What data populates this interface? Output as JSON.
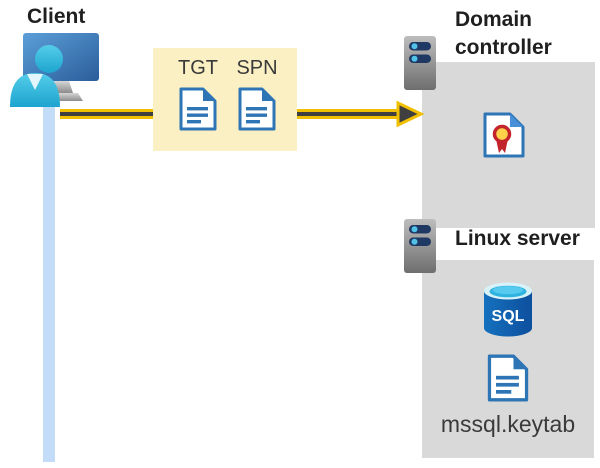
{
  "client": {
    "label": "Client"
  },
  "ticket_box": {
    "tgt_label": "TGT",
    "spn_label": "SPN"
  },
  "domain_controller": {
    "title": "Domain controller"
  },
  "linux_server": {
    "title": "Linux server",
    "sql_badge": "SQL",
    "keytab_label": "mssql.keytab"
  },
  "icons": [
    "client-user-computer-icon",
    "connection-line",
    "auth-arrow",
    "tgt-document-icon",
    "spn-document-icon",
    "server-tower-icon",
    "certificate-icon",
    "sql-database-icon",
    "keytab-document-icon"
  ],
  "colors": {
    "ticket_box_yellow": "#fbf0c3",
    "arrow_yellow": "#f0c000",
    "arrow_dark": "#3f3f3f",
    "panel_gray": "#d9d9d9",
    "document_blue": "#2e75b6",
    "sql_body_blue": "#1065ae",
    "sql_top_cyan": "#35b9e4",
    "certificate_red": "#c3242b",
    "certificate_gold": "#ffd24a",
    "server_slot_navy": "#1f3864",
    "server_dot_cyan": "#52c3e8",
    "client_bar_blue": "#c3dcf8",
    "monitor_blue": "#2d5f9c",
    "person_cyan": "#23acd4"
  }
}
